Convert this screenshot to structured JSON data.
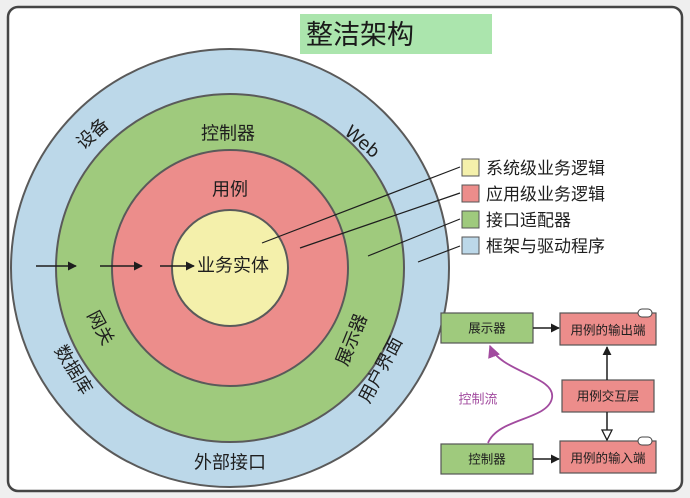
{
  "title": "整洁架构",
  "colors": {
    "title_bg": "#abe5ad",
    "frameworks_drivers": "#bcd8e9",
    "interface_adapters": "#9fca7d",
    "application_business_rules": "#ec8d8b",
    "enterprise_business_rules": "#f4f0ab",
    "control_flow": "#a24b9f"
  },
  "rings": {
    "frameworks_drivers": {
      "devices": "设备",
      "web": "Web",
      "db": "数据库",
      "ui": "用户界面",
      "external_interfaces": "外部接口"
    },
    "interface_adapters": {
      "controllers": "控制器",
      "gateways": "网关",
      "presenters": "展示器"
    },
    "use_cases": {
      "label": "用例"
    },
    "entities": {
      "label": "业务实体"
    }
  },
  "legend": [
    {
      "label": "系统级业务逻辑",
      "color": "#f4f0ab"
    },
    {
      "label": "应用级业务逻辑",
      "color": "#ec8d8b"
    },
    {
      "label": "接口适配器",
      "color": "#9fca7d"
    },
    {
      "label": "框架与驱动程序",
      "color": "#bcd8e9"
    }
  ],
  "flow": {
    "presenter": "展示器",
    "output_port": "用例的输出端",
    "interactor": "用例交互层",
    "input_port": "用例的输入端",
    "controller": "控制器",
    "control_flow_label": "控制流"
  },
  "icons": {
    "dependency_arrow": "arrow-right-icon",
    "port_marker": "interface-port-icon"
  }
}
